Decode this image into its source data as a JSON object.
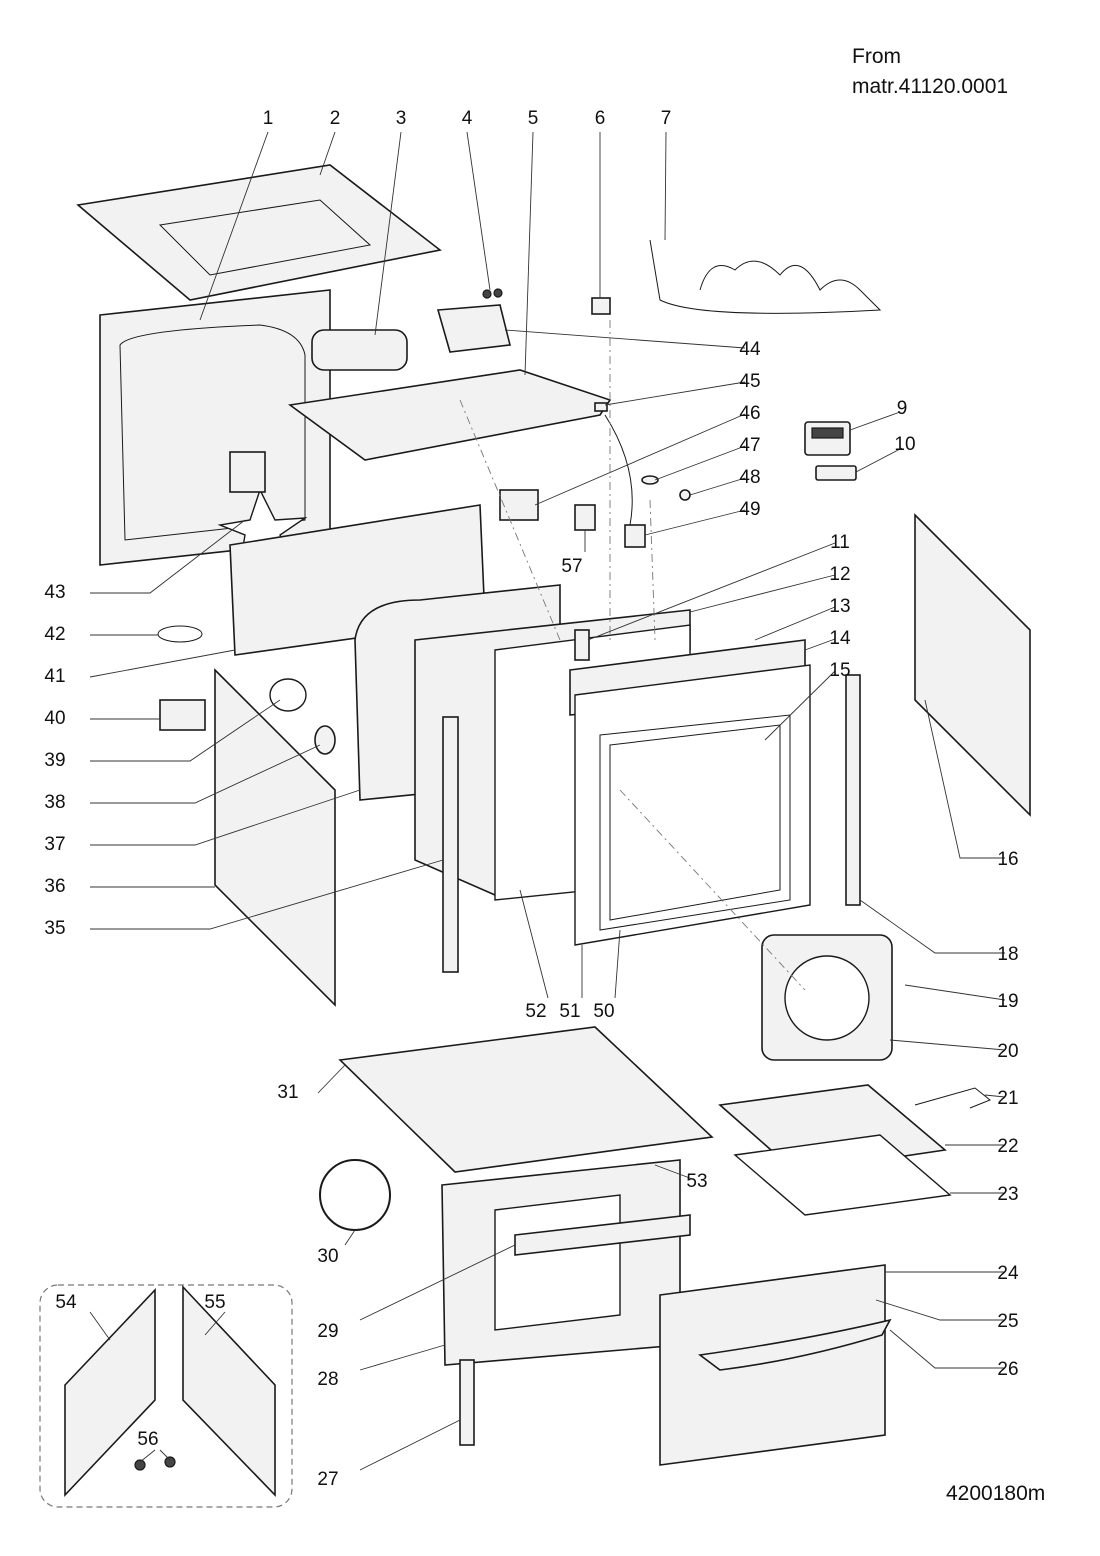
{
  "header": {
    "line1": "From",
    "line2": "matr.41120.0001"
  },
  "footer": {
    "drawing_code": "4200180m"
  },
  "diagram": {
    "type": "exploded-parts-view",
    "subject": "built-in electric oven",
    "callouts": [
      "1",
      "2",
      "3",
      "4",
      "5",
      "6",
      "7",
      "9",
      "10",
      "11",
      "12",
      "13",
      "14",
      "15",
      "16",
      "18",
      "19",
      "20",
      "21",
      "22",
      "23",
      "24",
      "25",
      "26",
      "27",
      "28",
      "29",
      "30",
      "31",
      "35",
      "36",
      "37",
      "38",
      "39",
      "40",
      "41",
      "42",
      "43",
      "44",
      "45",
      "46",
      "47",
      "48",
      "49",
      "50",
      "51",
      "52",
      "53",
      "54",
      "55",
      "56",
      "57"
    ],
    "inset_callouts": [
      "54",
      "55",
      "56"
    ]
  }
}
